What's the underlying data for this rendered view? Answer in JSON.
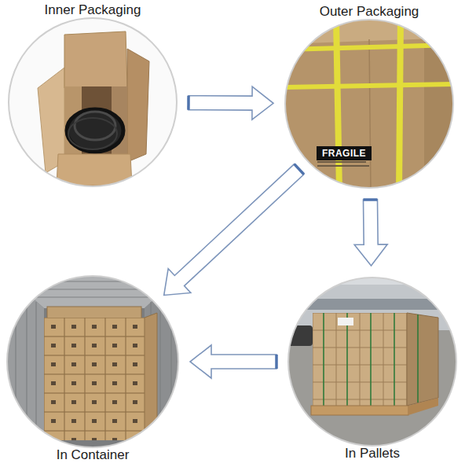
{
  "diagram": {
    "nodes": [
      {
        "text": [
          "Inner Packaging"
        ]
      },
      {
        "text": [
          "Outer Packaging"
        ]
      },
      {
        "text": [
          "In Container"
        ]
      },
      {
        "text": [
          "In Pallets"
        ]
      }
    ],
    "edges": [
      {
        "from": 0,
        "to": 1,
        "arrow": "to"
      },
      {
        "from": 1,
        "to": 2,
        "arrow": "to"
      },
      {
        "from": 1,
        "to": 3,
        "arrow": "to"
      },
      {
        "from": 3,
        "to": 2,
        "arrow": "to"
      }
    ],
    "labels": [
      "FRAGILE"
    ]
  }
}
